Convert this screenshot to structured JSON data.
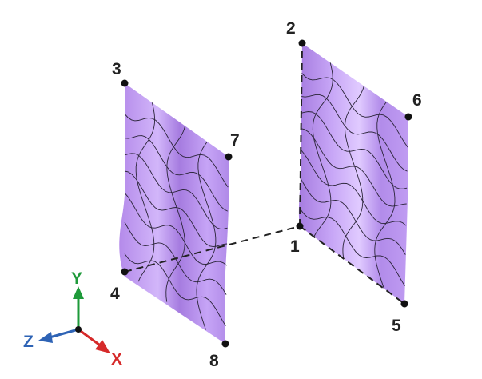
{
  "colors": {
    "surface_fill": "#B98EEE",
    "surface_highlight": "#E3CFFF",
    "surface_shadow": "#9B70D6",
    "mesh_line": "#2a2438",
    "vertex": "#111111",
    "axis_x": "#D62A2A",
    "axis_y": "#1E9A3A",
    "axis_z": "#2E63B5",
    "label": "#222222"
  },
  "vertices": [
    {
      "id": "1",
      "label": "1"
    },
    {
      "id": "2",
      "label": "2"
    },
    {
      "id": "3",
      "label": "3"
    },
    {
      "id": "4",
      "label": "4"
    },
    {
      "id": "5",
      "label": "5"
    },
    {
      "id": "6",
      "label": "6"
    },
    {
      "id": "7",
      "label": "7"
    },
    {
      "id": "8",
      "label": "8"
    }
  ],
  "axes": {
    "x_label": "X",
    "y_label": "Y",
    "z_label": "Z"
  }
}
